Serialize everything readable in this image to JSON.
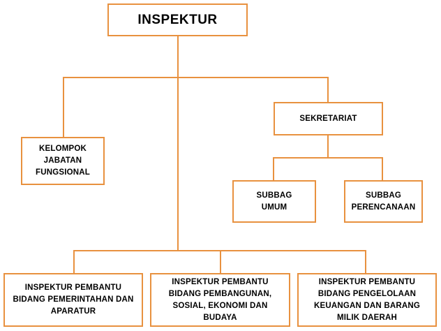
{
  "org_chart": {
    "top": {
      "label": "INSPEKTUR"
    },
    "staff": {
      "sekretariat": "SEKRETARIAT",
      "kelompok_jabatan_fungsional": "KELOMPOK\nJABATAN\nFUNGSIONAL"
    },
    "sekretariat_units": [
      {
        "label": "SUBBAG\nUMUM"
      },
      {
        "label": "SUBBAG\nPERENCANAAN"
      }
    ],
    "inspektur_pembantu": [
      {
        "label": "INSPEKTUR PEMBANTU\nBIDANG PEMERINTAHAN DAN\nAPARATUR"
      },
      {
        "label": "INSPEKTUR PEMBANTU\nBIDANG PEMBANGUNAN,\nSOSIAL, EKONOMI DAN\nBUDAYA"
      },
      {
        "label": "INSPEKTUR PEMBANTU\nBIDANG PENGELOLAAN\nKEUANGAN DAN BARANG\nMILIK DAERAH"
      }
    ]
  },
  "colors": {
    "line": "#e8913f",
    "border": "#e8913f",
    "text": "#000000",
    "background": "#ffffff"
  }
}
